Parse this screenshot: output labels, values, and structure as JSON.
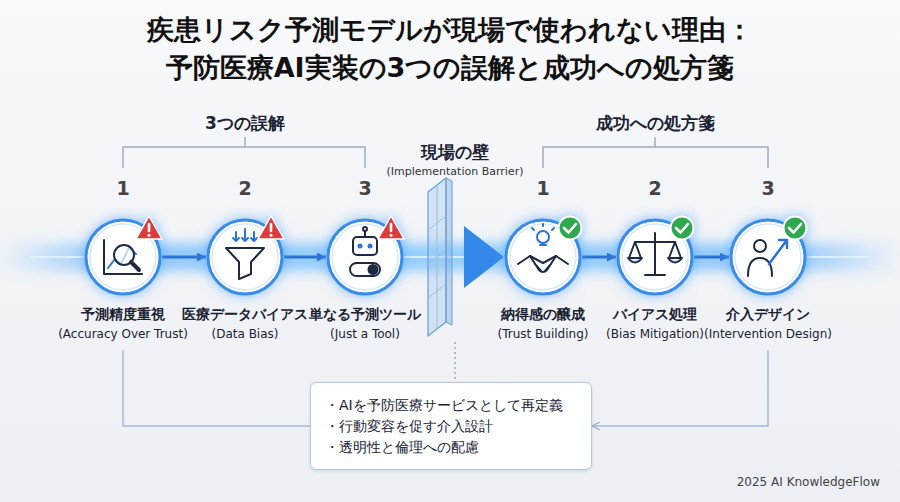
{
  "diagram": {
    "title": "疾患リスク予測モデルが現場で使われない理由： 予防医療AI実装の3つの誤解と成功への処方箋",
    "nodes": [
      {
        "text": [
          "予測精度重視",
          "(Accuracy Over Trust)"
        ]
      },
      {
        "text": [
          "医療データバイアス",
          "(Data Bias)"
        ]
      },
      {
        "text": [
          "単なる予測ツール",
          "(Just a Tool)"
        ]
      },
      {
        "text": [
          "納得感の醸成",
          "(Trust Building)"
        ]
      },
      {
        "text": [
          "バイアス処理",
          "(Bias Mitigation)"
        ]
      },
      {
        "text": [
          "介入デザイン",
          "(Intervention Design)"
        ]
      },
      {
        "text": [
          "・AIを予防医療サービスとして再定義",
          "・行動変容を促す介入設計",
          "・透明性と倫理への配慮"
        ]
      }
    ],
    "edges": [
      {
        "from": 0,
        "to": 1,
        "arrow": "to"
      },
      {
        "from": 1,
        "to": 2,
        "arrow": "to"
      },
      {
        "from": 2,
        "to": 3,
        "arrow": "to"
      },
      {
        "from": 3,
        "to": 4,
        "arrow": "to"
      },
      {
        "from": 4,
        "to": 5,
        "arrow": "to"
      },
      {
        "from": 0,
        "to": 6,
        "arrow": "none"
      },
      {
        "from": 5,
        "to": 6,
        "arrow": "to"
      }
    ],
    "labels": [
      "3つの誤解",
      "成功への処方箋",
      "現場の壁",
      "(Implementation Barrier)",
      "1",
      "2",
      "3",
      "1",
      "2",
      "3",
      "2025 AI KnowledgeFlow"
    ]
  }
}
